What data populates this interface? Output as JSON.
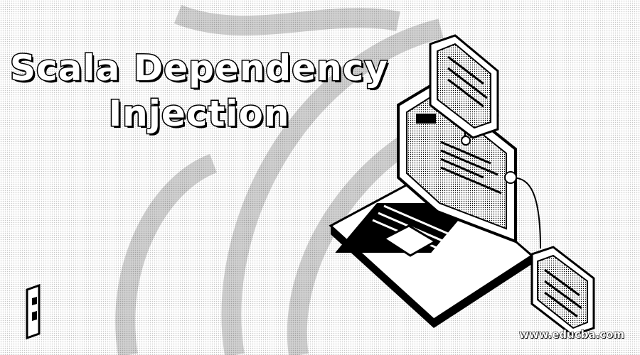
{
  "title": {
    "line1": "Scala Dependency",
    "line2": "Injection"
  },
  "watermark": "www.educba.com",
  "colors": {
    "ink": "#000000",
    "paper": "#ffffff"
  },
  "icons": [
    "laptop-icon",
    "code-panel-icon",
    "brand-logo-icon"
  ]
}
